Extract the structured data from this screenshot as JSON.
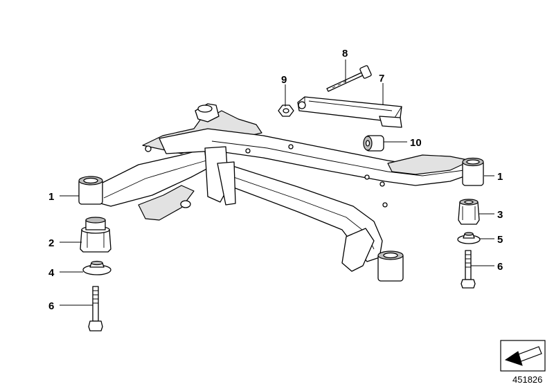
{
  "diagram": {
    "id_code": "451826",
    "labels": {
      "l1_left": "1",
      "l1_right": "1",
      "l2": "2",
      "l3": "3",
      "l4": "4",
      "l5": "5",
      "l6_left": "6",
      "l6_right": "6",
      "l7": "7",
      "l8": "8",
      "l9": "9",
      "l10": "10"
    },
    "icons": [
      "directional-arrow-icon"
    ]
  }
}
